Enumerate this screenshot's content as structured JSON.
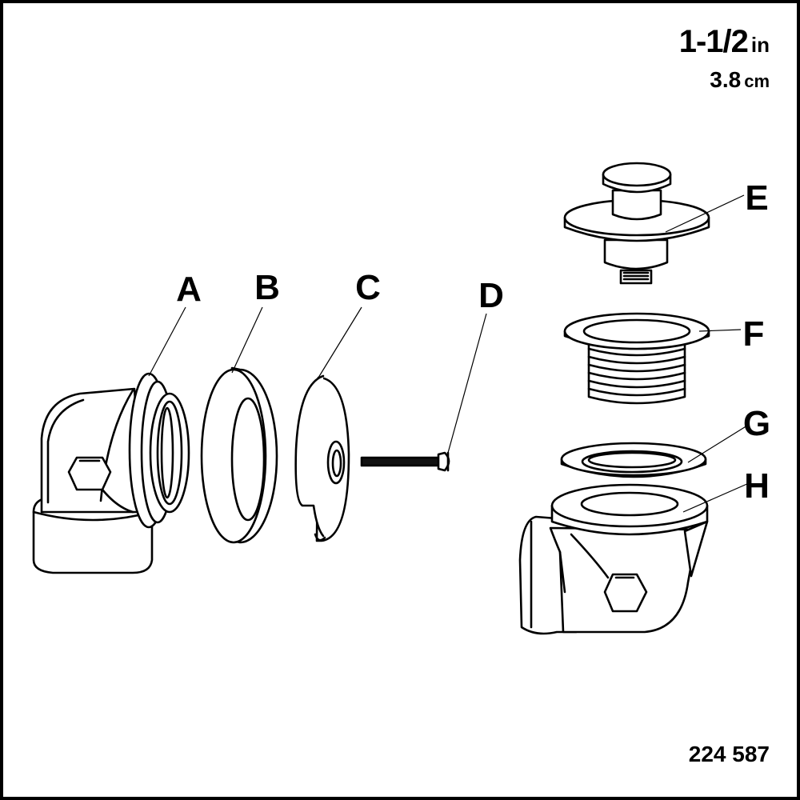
{
  "size": {
    "primary_value": "1-1/2",
    "primary_unit": "in",
    "secondary_value": "3.8",
    "secondary_unit": "cm"
  },
  "part_number": "224 587",
  "callouts": [
    "A",
    "B",
    "C",
    "D",
    "E",
    "F",
    "G",
    "H"
  ]
}
